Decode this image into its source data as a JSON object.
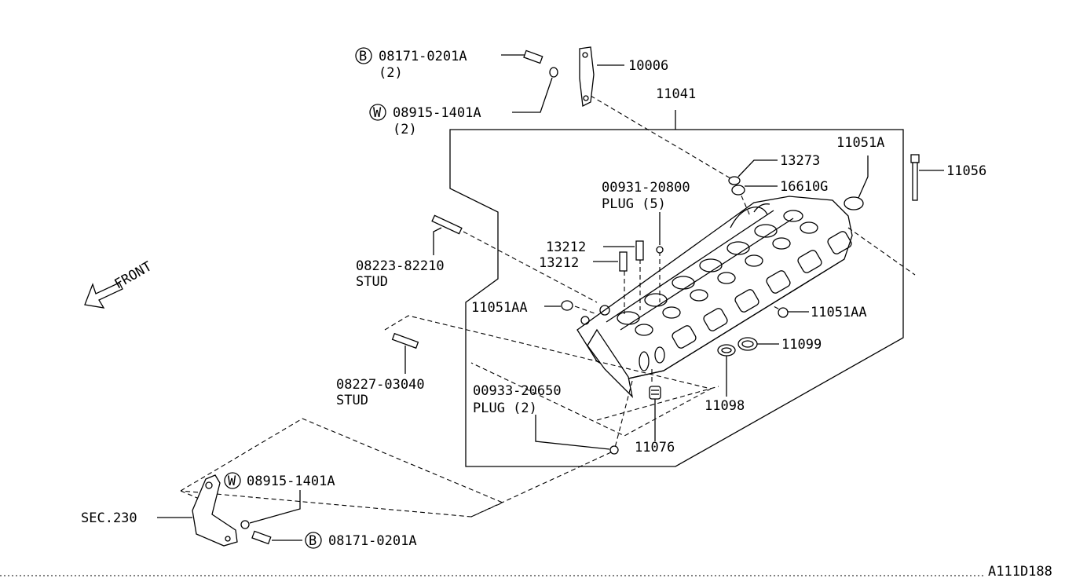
{
  "diagram_id": "A111D188",
  "front_label": "FRONT",
  "callouts": {
    "bolt_top": {
      "prefix": "B",
      "part": "08171-0201A",
      "qty": "(2)"
    },
    "washer_top": {
      "prefix": "W",
      "part": "08915-1401A",
      "qty": "(2)"
    },
    "hanger": "10006",
    "cylinder_head_assy": "11041",
    "cap": "11051A",
    "bolt_long": "11056",
    "part_13273": "13273",
    "part_16610g": "16610G",
    "plug_5": {
      "part": "00931-20800",
      "desc": "PLUG (5)"
    },
    "guide_upper": "13212",
    "guide_lower": "13212",
    "stud_1": {
      "part": "08223-82210",
      "desc": "STUD"
    },
    "plug_left": "11051AA",
    "plug_right": "11051AA",
    "ring_11099": "11099",
    "gasket_11098": "11098",
    "plug_2": {
      "part": "00933-20650",
      "desc": "PLUG (2)"
    },
    "valve_11076": "11076",
    "stud_2": {
      "part": "08227-03040",
      "desc": "STUD"
    },
    "washer_bottom": {
      "prefix": "W",
      "part": "08915-1401A"
    },
    "sec_ref": "SEC.230",
    "bolt_bottom": {
      "prefix": "B",
      "part": "08171-0201A"
    }
  }
}
